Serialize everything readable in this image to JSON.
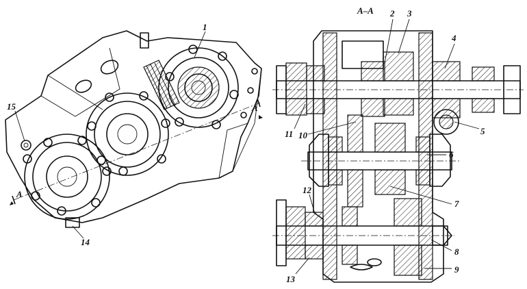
{
  "section_title": "A–A",
  "section_marks": [
    "A",
    "A"
  ],
  "callouts": [
    "1",
    "2",
    "3",
    "4",
    "5",
    "6",
    "7",
    "8",
    "9",
    "10",
    "11",
    "12",
    "13",
    "14",
    "15"
  ]
}
